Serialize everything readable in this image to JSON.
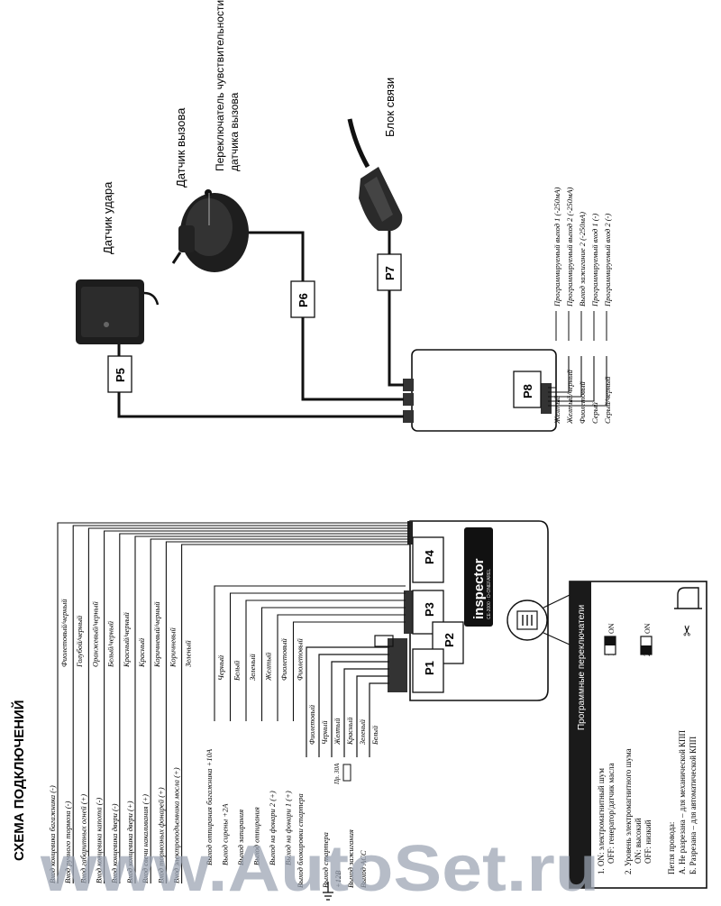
{
  "title": "СХЕМА ПОДКЛЮЧЕНИЙ",
  "components": {
    "shock_sensor": "Датчик удара",
    "call_sensor": "Датчик вызова",
    "sensitivity_switch_line1": "Переключатель чувствительности",
    "sensitivity_switch_line2": "датчика вызова",
    "comm_unit": "Блок связи"
  },
  "connectors": [
    "P1",
    "P2",
    "P3",
    "P4",
    "P5",
    "P6",
    "P7",
    "P8"
  ],
  "brand": {
    "name": "inspector",
    "sub": "CE-2000 · D-ONEFAREL"
  },
  "p4_wires": [
    {
      "function": "Вход концевика багажника (-)",
      "color": "Фиолетовый/черный"
    },
    {
      "function": "Вход ручного тормоза (-)",
      "color": "Голубой/черный"
    },
    {
      "function": "Вход габаритных огней (+)",
      "color": "Оранжевый/черный"
    },
    {
      "function": "Вход концевика капота (-)",
      "color": "Белый/черный"
    },
    {
      "function": "Вход концевика двери (-)",
      "color": "Красный/черный"
    },
    {
      "function": "Вход концевика двери (+)",
      "color": "Красный"
    },
    {
      "function": "Вход свечи накаливания (+)",
      "color": "Коричневый/черный"
    },
    {
      "function": "Вход тормозных фонарей (+)",
      "color": "Коричневый"
    },
    {
      "function": "Вход электроподъемника мосла (+)",
      "color": "Зеленый"
    }
  ],
  "p3_wires": [
    {
      "function": "Выход отпирания багажника +10А",
      "color": "Черный"
    },
    {
      "function": "Выход сирены +2А",
      "color": "Белый"
    },
    {
      "function": "Выход запирания",
      "color": "Зеленый"
    },
    {
      "function": "Выход отпирания",
      "color": "Желтый"
    },
    {
      "function": "Выход на фонари 2 (+)",
      "color": "Фиолетовый"
    },
    {
      "function": "Выход на фонари 1 (+)",
      "color": "Фиолетовый"
    }
  ],
  "p1_wires": [
    {
      "function": "Выход блокировки стартера",
      "color": "Фиолетовый"
    },
    {
      "function": "",
      "color": "Черный"
    },
    {
      "function": "Выход стартера",
      "color": "Желтый"
    },
    {
      "function": "+12В",
      "color": "Красный"
    },
    {
      "function": "Выход зажигания",
      "color": "Зеленый"
    },
    {
      "function": "Выход ACC",
      "color": "Белый"
    }
  ],
  "fuse_label": "Пр. 30А",
  "p8_wires": [
    {
      "color": "Желтый",
      "function": "Программируемый выход 1 (-250мА)"
    },
    {
      "color": "Желтый/черный",
      "function": "Программируемый выход 2 (-250мА)"
    },
    {
      "color": "Фиолетовый",
      "function": "Выход зажигание 2 (-250мА)"
    },
    {
      "color": "Серый",
      "function": "Программируемый вход 1 (-)"
    },
    {
      "color": "Серый/черный",
      "function": "Программируемый вход 2 (-)"
    }
  ],
  "switches": {
    "header": "Программные переключатели",
    "s1_line1": "1. ON: электромагнитный шум",
    "s1_line2": "OFF: генератор/датчик масла",
    "s2_line1": "2. Уровень электромагнитного шума",
    "s2_line2": "ON: высокий",
    "s2_line3": "OFF: низкий",
    "loop_title": "Петля провода:",
    "loop_a": "А. Не разрезана – для механической КПП",
    "loop_b": "Б. Разрезана – для автоматической КПП",
    "sw1_num": "1",
    "sw1_on": "ON",
    "sw2_num": "2",
    "sw2_on": "ON"
  },
  "watermark": "www.AutoSet.ru"
}
